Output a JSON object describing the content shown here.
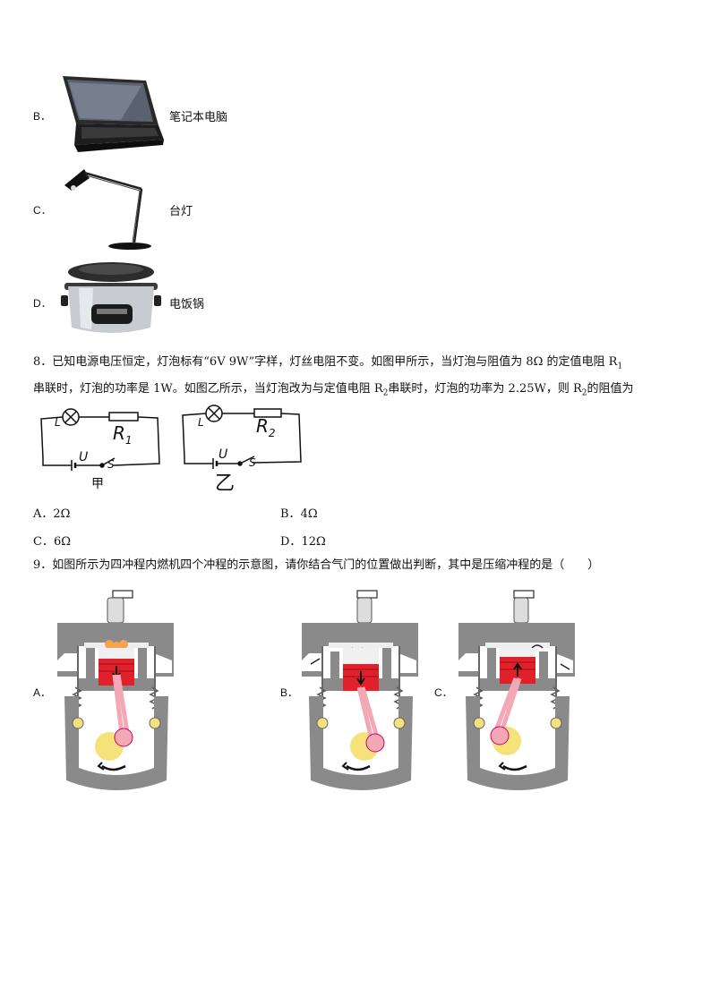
{
  "q7": {
    "options": [
      {
        "letter": "B．",
        "caption": "笔记本电脑",
        "icon": "laptop-image"
      },
      {
        "letter": "C．",
        "caption": "台灯",
        "icon": "desk-lamp-image"
      },
      {
        "letter": "D．",
        "caption": "电饭锅",
        "icon": "rice-cooker-image"
      }
    ]
  },
  "q8": {
    "line1": "8．已知电源电压恒定，灯泡标有“6V   9W”字样，灯丝电阻不变。如图甲所示，当灯泡与阻值为 8Ω 的定值电阻 R",
    "line1_sub": "1",
    "line2a": "串联时，灯泡的功率是 1W。如图乙所示，当灯泡改为与定值电阻 R",
    "line2_sub1": "2",
    "line2b": "串联时，灯泡的功率为 2.25W，则 R",
    "line2_sub2": "2",
    "line2c": "的阻值为",
    "circuit_a": {
      "lamp": "L",
      "resistor": "R",
      "resistor_sub": "1",
      "source": "U",
      "switch": "S",
      "caption": "甲"
    },
    "circuit_b": {
      "lamp": "L",
      "resistor": "R",
      "resistor_sub": "2",
      "source": "U",
      "switch": "S",
      "caption": "乙"
    },
    "answers": [
      {
        "letter": "A．",
        "value": "2Ω"
      },
      {
        "letter": "B．",
        "value": "4Ω"
      },
      {
        "letter": "C．",
        "value": "6Ω"
      },
      {
        "letter": "D．",
        "value": "12Ω"
      }
    ]
  },
  "q9": {
    "text": "9．如图所示为四冲程内燃机四个冲程的示意图，请你结合气门的位置做出判断，其中是压缩冲程的是（　　）",
    "options": [
      {
        "letter": "A．"
      },
      {
        "letter": "B．"
      },
      {
        "letter": "C．"
      }
    ]
  },
  "colors": {
    "piston": "#e0202a",
    "cylinder": "#8a8a8a",
    "crank": "#f6e27a",
    "rod": "#f2a9b5"
  }
}
